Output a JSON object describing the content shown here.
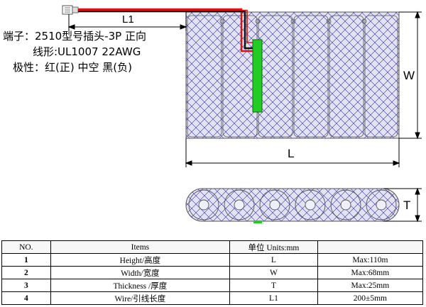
{
  "spec_lines": [
    "端子：2510型号插头-3P 正向",
    "线形:UL1007 22AWG",
    "极性：红(正) 中空 黑(负)"
  ],
  "dimension_labels": {
    "lead_length": "L1",
    "width": "W",
    "length": "L",
    "thickness": "T"
  },
  "colors": {
    "pack_fill": "#e2e2f2",
    "mesh": "#3030a0",
    "red_wire": "#dd1111",
    "black_wire": "#111111",
    "pcb": "#22cc22",
    "cell_outline": "#555555"
  },
  "table": {
    "headers": [
      "NO.",
      "Items",
      "单位 Units:mm",
      ""
    ],
    "rows": [
      {
        "no": "1",
        "item": "Height/高度",
        "symbol": "L",
        "value": "Max:110m"
      },
      {
        "no": "2",
        "item": "Width/宽度",
        "symbol": "W",
        "value": "Max:68mm"
      },
      {
        "no": "3",
        "item": "Thickness /厚度",
        "symbol": "T",
        "value": "Max:25mm"
      },
      {
        "no": "4",
        "item": "Wire/引线长度",
        "symbol": "L1",
        "value": "200±5mm"
      }
    ]
  }
}
